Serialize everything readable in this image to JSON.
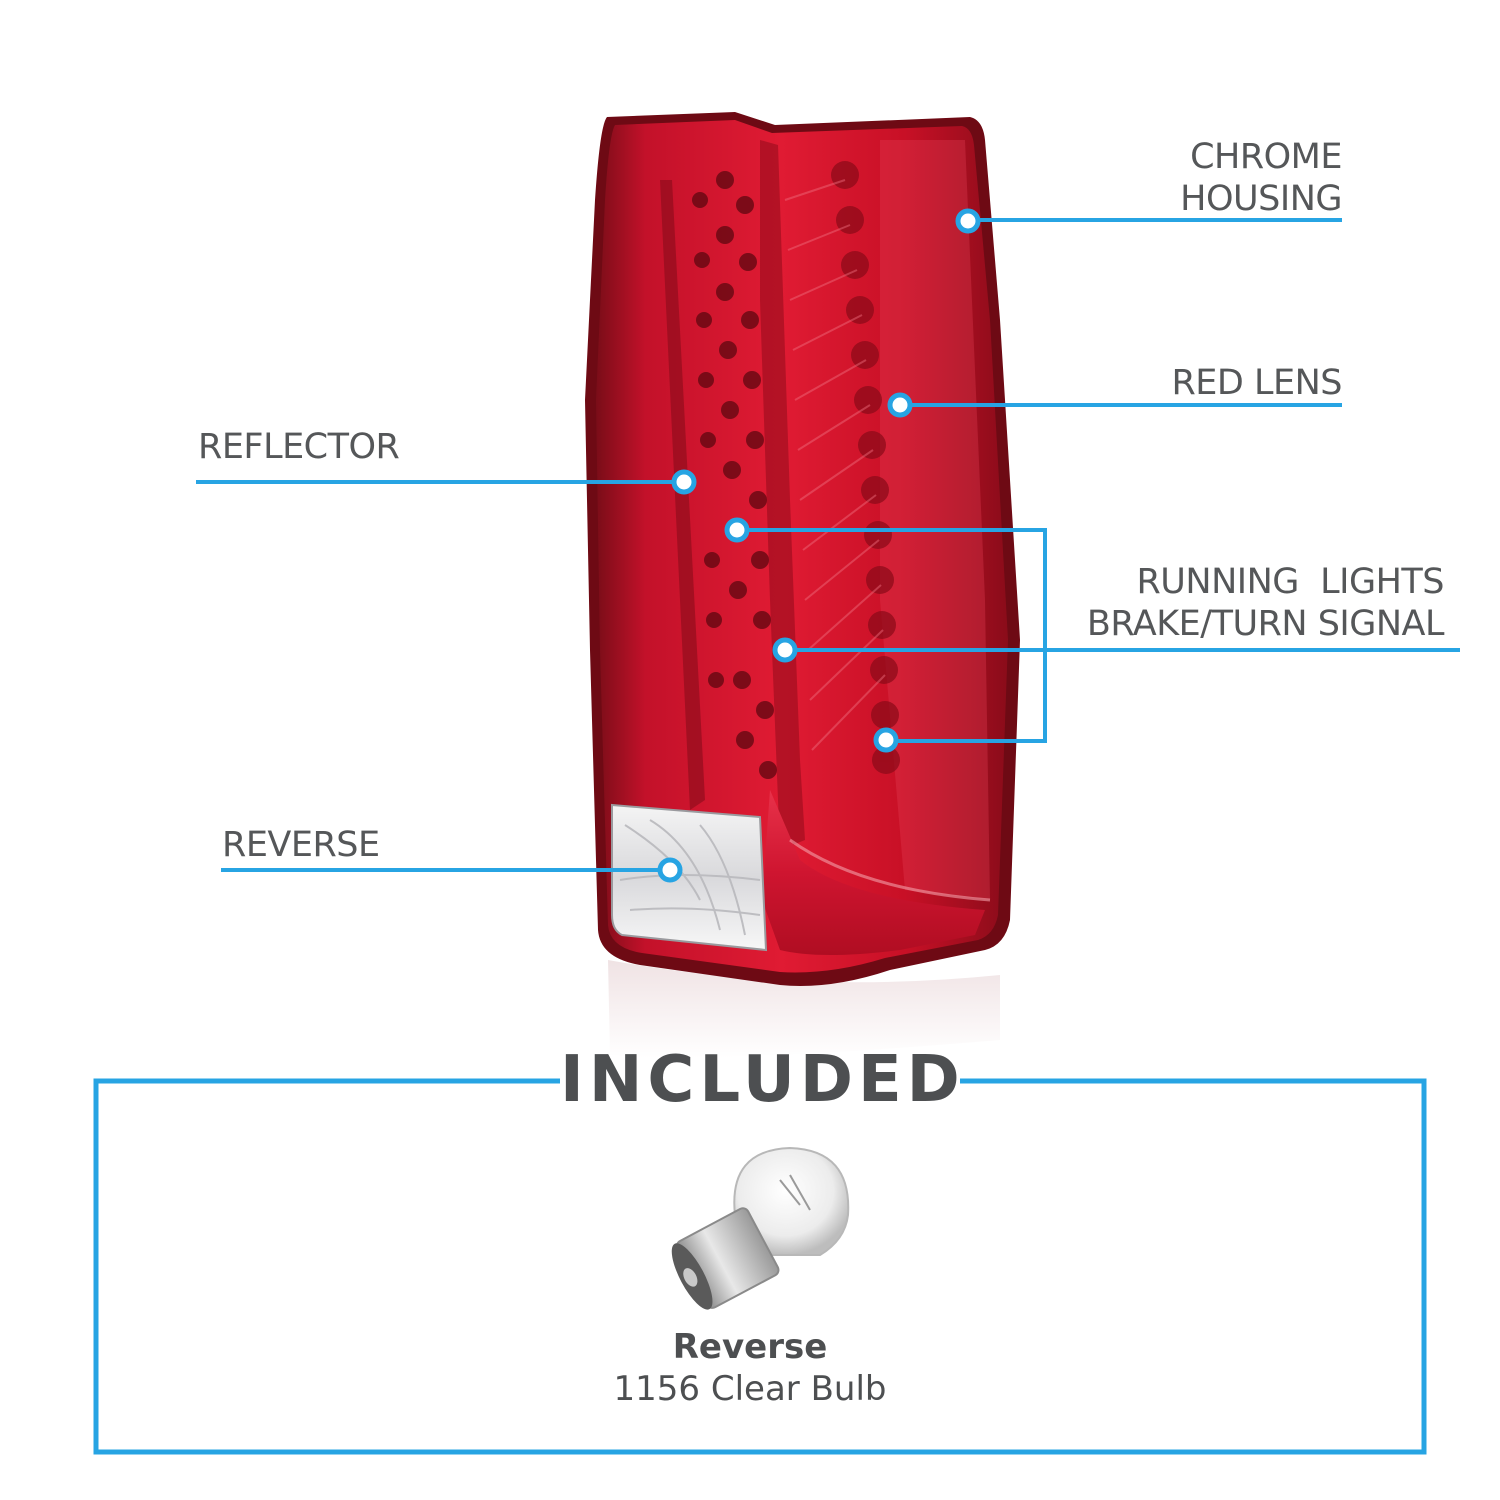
{
  "callouts": {
    "chrome_housing": [
      "CHROME",
      "HOUSING"
    ],
    "red_lens": "RED LENS",
    "reflector": "REFLECTOR",
    "running_lights": [
      "RUNNING  LIGHTS",
      "BRAKE/TURN SIGNAL"
    ],
    "reverse": "REVERSE"
  },
  "included": {
    "title": "INCLUDED",
    "bulb_name": "Reverse",
    "bulb_desc": "1156 Clear Bulb"
  },
  "colors": {
    "accent": "#27a4e3",
    "text": "#555759",
    "lens_red": "#d3122a"
  }
}
